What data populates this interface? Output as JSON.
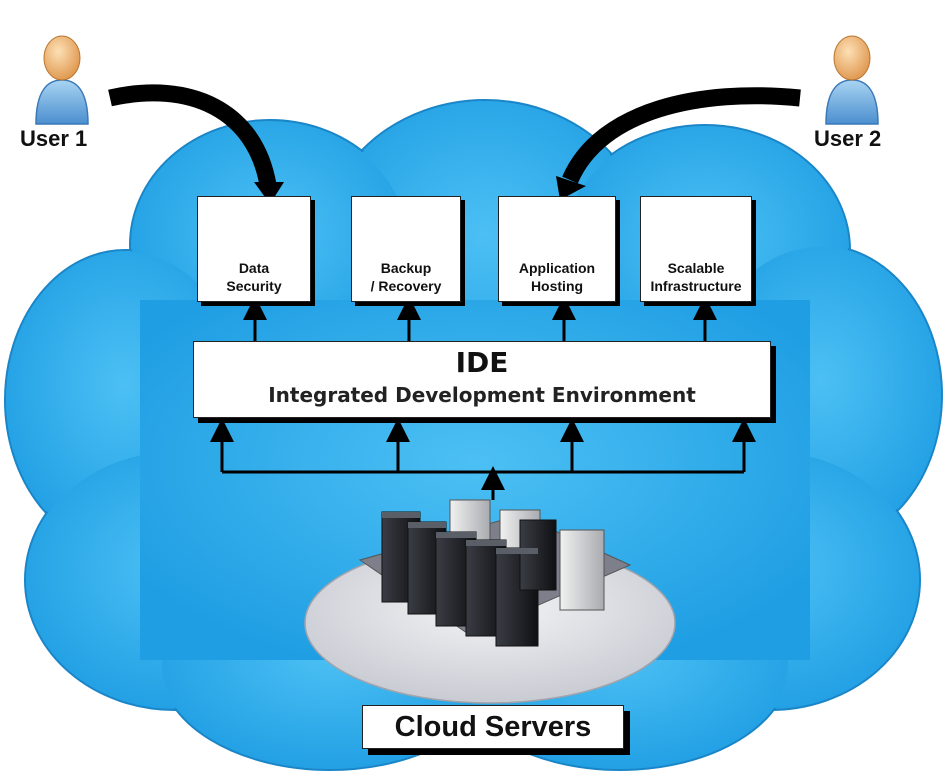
{
  "users": [
    {
      "label": "User 1"
    },
    {
      "label": "User 2"
    }
  ],
  "services": [
    {
      "line1": "Data",
      "line2": "Security",
      "icon": "combination-lock-icon"
    },
    {
      "line1": "Backup",
      "line2": "/ Recovery",
      "icon": "hard-drive-icon"
    },
    {
      "line1": "Application",
      "line2": "Hosting",
      "icon": "globe-icon"
    },
    {
      "line1": "Scalable",
      "line2": "Infrastructure",
      "icon": "server-tower-icon"
    }
  ],
  "ide": {
    "title": "IDE",
    "subtitle": "Integrated Development Environment"
  },
  "cloud_servers": {
    "label": "Cloud Servers"
  },
  "colors": {
    "cloud": "#2aa8e8",
    "cloud_edge": "#1a86c8",
    "box_fill": "#ffffff",
    "shadow": "#000000"
  }
}
